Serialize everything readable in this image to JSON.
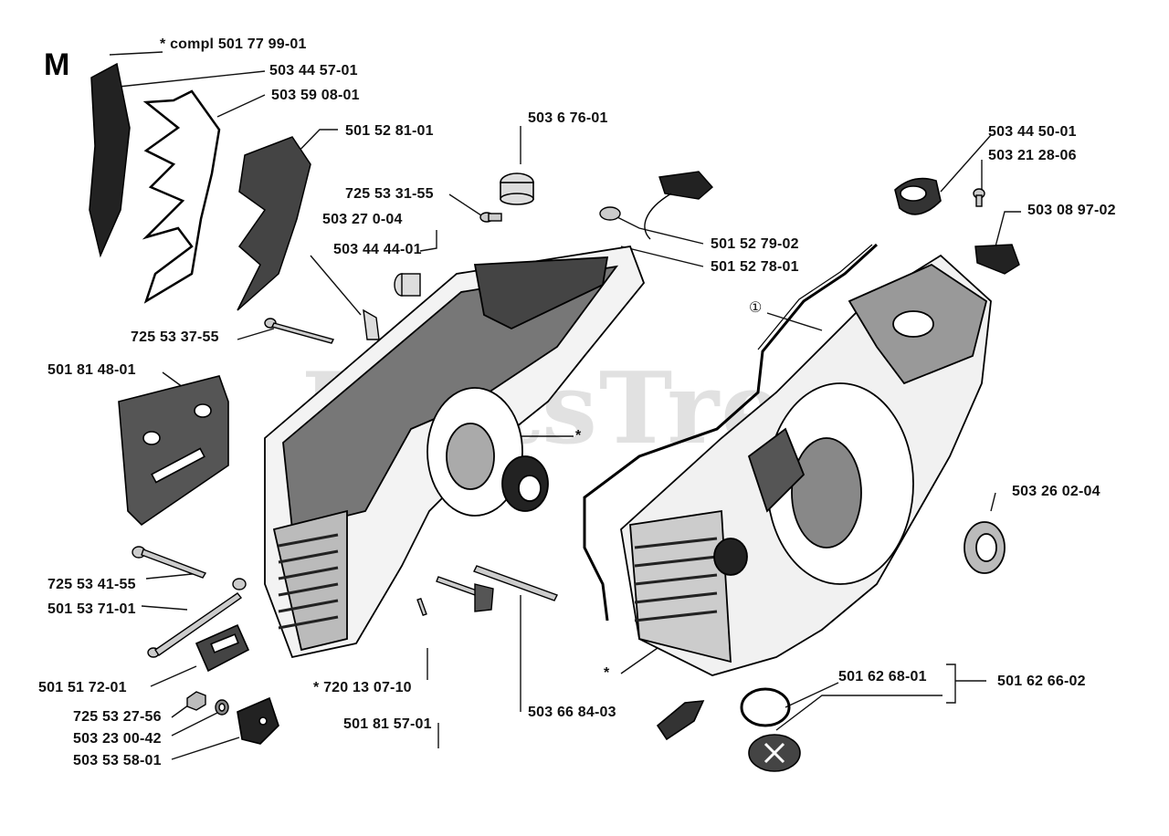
{
  "section_letter": "M",
  "watermark": "PartsTree",
  "labels": {
    "compl": "* compl 501 77 99-01",
    "p1": "503 44 57-01",
    "p2": "503 59 08-01",
    "p3": "501 52 81-01",
    "p4": "503 6 76-01",
    "p5": "725 53 31-55",
    "p6": "503 27 0-04",
    "p7": "503 44 44-01",
    "p8": "501 52 79-02",
    "p9": "501 52 78-01",
    "p10": "503 44 50-01",
    "p11": "503 21 28-06",
    "p12": "503 08 97-02",
    "p13": "①",
    "p14": "725 53 37-55",
    "p15": "501 81 48-01",
    "p16": "*",
    "p17": "503 26 02-04",
    "p18": "725 53 41-55",
    "p19": "501 53 71-01",
    "p20": "501 51 72-01",
    "p21": "* 720 13 07-10",
    "p22": "725 53 27-56",
    "p23": "503 23 00-42",
    "p24": "503 53 58-01",
    "p25": "501 81 57-01",
    "p26": "503 66 84-03",
    "p27": "*",
    "p28": "501 62 68-01",
    "p29": "501 62 66-02"
  }
}
